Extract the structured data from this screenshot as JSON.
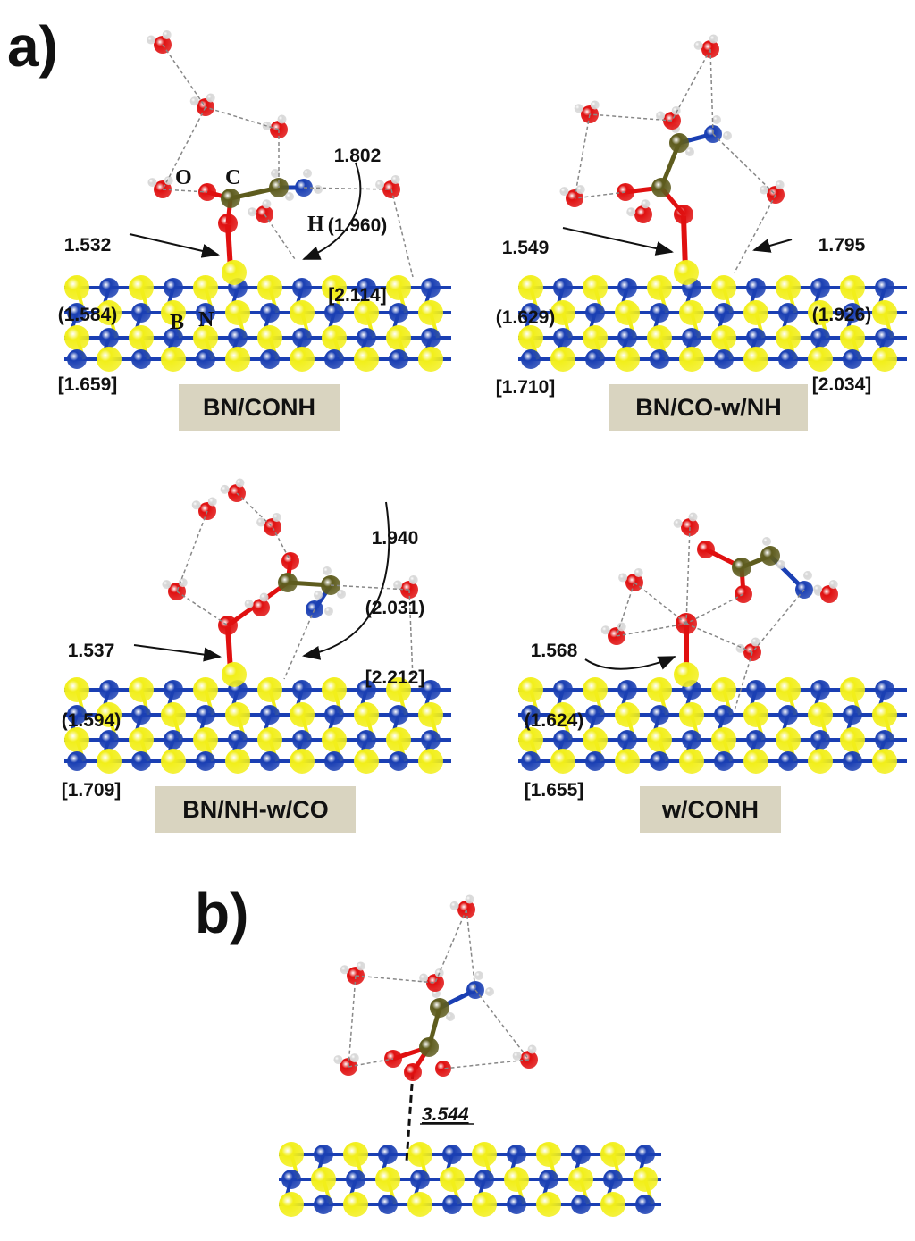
{
  "panel_labels": {
    "a": "a)",
    "b": "b)"
  },
  "panels": [
    {
      "caption": "BN/CONH",
      "dist_left": [
        "1.532",
        "(1.584)",
        "[1.659]"
      ],
      "dist_right": [
        "1.802",
        "(1.960)",
        "[2.114]"
      ],
      "atom_labels": [
        "O",
        "C",
        "H",
        "B",
        "N"
      ]
    },
    {
      "caption": "BN/CO-w/NH",
      "dist_left": [
        "1.549",
        "(1.629)",
        "[1.710]"
      ],
      "dist_right": [
        "1.795",
        "(1.926)",
        "[2.034]"
      ]
    },
    {
      "caption": "BN/NH-w/CO",
      "dist_left": [
        "1.537",
        "(1.594)",
        "[1.709]"
      ],
      "dist_right": [
        "1.940",
        "(2.031)",
        "[2.212]"
      ]
    },
    {
      "caption": "w/CONH",
      "dist_left": [
        "1.568",
        "(1.624)",
        "[1.655]"
      ]
    }
  ],
  "panel_b_distance": "3.544",
  "colors": {
    "boron": "#f2ef1a",
    "nitrogen": "#1a3fb3",
    "oxygen": "#e01010",
    "carbon": "#5e5c1e",
    "hydrogen": "#d8d8d8",
    "caption_bg": "#d9d4c0"
  }
}
